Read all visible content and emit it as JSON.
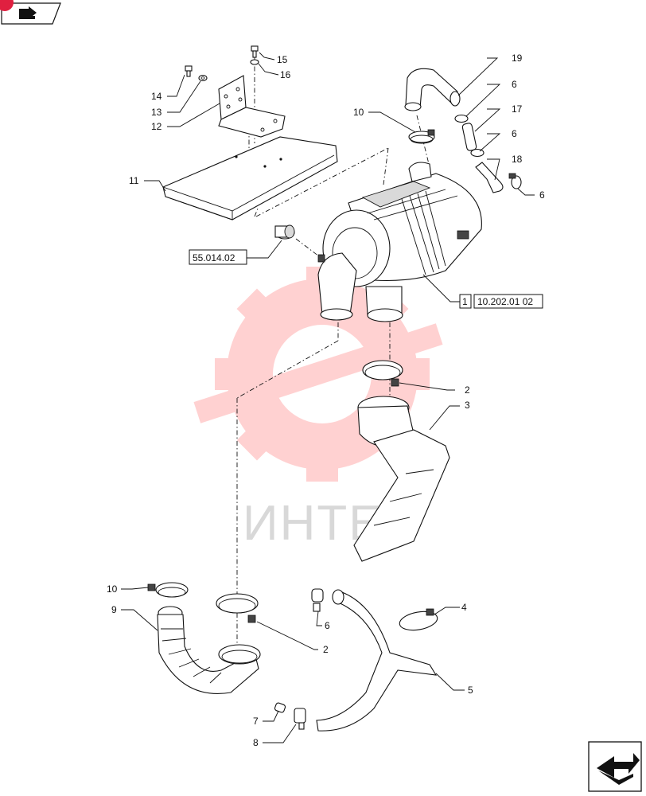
{
  "diagram": {
    "callouts": {
      "c1": "1",
      "c2a": "2",
      "c2b": "2",
      "c3": "3",
      "c4": "4",
      "c5": "5",
      "c6a": "6",
      "c6b": "6",
      "c6c": "6",
      "c6d": "6",
      "c7": "7",
      "c8": "8",
      "c9": "9",
      "c10a": "10",
      "c10b": "10",
      "c11": "11",
      "c12": "12",
      "c13": "13",
      "c14": "14",
      "c15": "15",
      "c16": "16",
      "c17": "17",
      "c18": "18",
      "c19": "19"
    },
    "references": {
      "ref_55": "55.014.02",
      "ref_10": "10.202.01 02"
    },
    "watermark": {
      "text": "ИНТЕХ",
      "color": "#ff3333"
    },
    "badge_color": "#e02040"
  }
}
